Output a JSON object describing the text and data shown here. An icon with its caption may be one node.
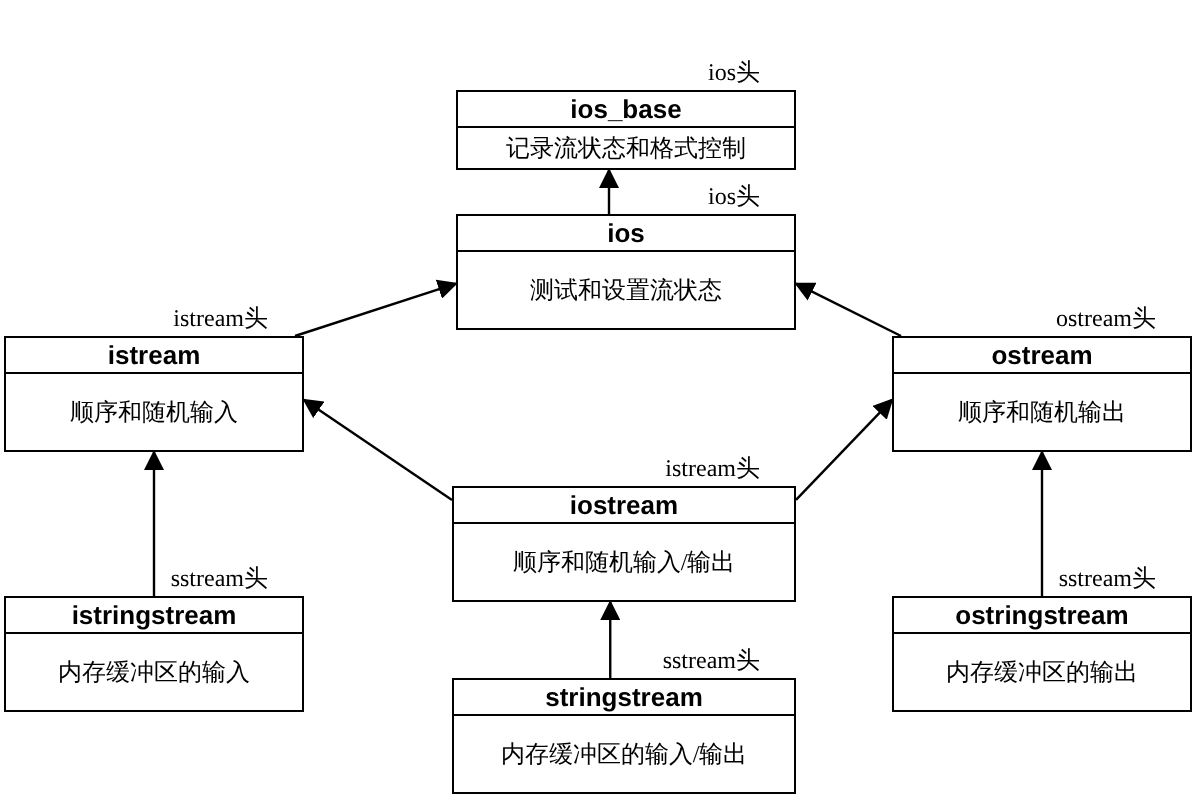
{
  "diagram": {
    "nodes": [
      {
        "text": [
          "ios_base",
          "记录流状态和格式控制"
        ],
        "beside": [
          "ios头"
        ]
      },
      {
        "text": [
          "ios",
          "测试和设置流状态"
        ],
        "beside": [
          "ios头"
        ]
      },
      {
        "text": [
          "istream",
          "顺序和随机输入"
        ],
        "beside": [
          "istream头"
        ]
      },
      {
        "text": [
          "ostream",
          "顺序和随机输出"
        ],
        "beside": [
          "ostream头"
        ]
      },
      {
        "text": [
          "iostream",
          "顺序和随机输入/输出"
        ],
        "beside": [
          "istream头"
        ]
      },
      {
        "text": [
          "istringstream",
          "内存缓冲区的输入"
        ],
        "beside": [
          "sstream头"
        ]
      },
      {
        "text": [
          "stringstream",
          "内存缓冲区的输入/输出"
        ],
        "beside": [
          "sstream头"
        ]
      },
      {
        "text": [
          "ostringstream",
          "内存缓冲区的输出"
        ],
        "beside": [
          "sstream头"
        ]
      }
    ],
    "edges": [
      {
        "from": 1,
        "to": 0,
        "arrow": "to"
      },
      {
        "from": 2,
        "to": 1,
        "arrow": "to"
      },
      {
        "from": 3,
        "to": 1,
        "arrow": "to"
      },
      {
        "from": 4,
        "to": 2,
        "arrow": "to"
      },
      {
        "from": 4,
        "to": 3,
        "arrow": "to"
      },
      {
        "from": 5,
        "to": 2,
        "arrow": "to"
      },
      {
        "from": 6,
        "to": 4,
        "arrow": "to"
      },
      {
        "from": 7,
        "to": 3,
        "arrow": "to"
      }
    ]
  }
}
